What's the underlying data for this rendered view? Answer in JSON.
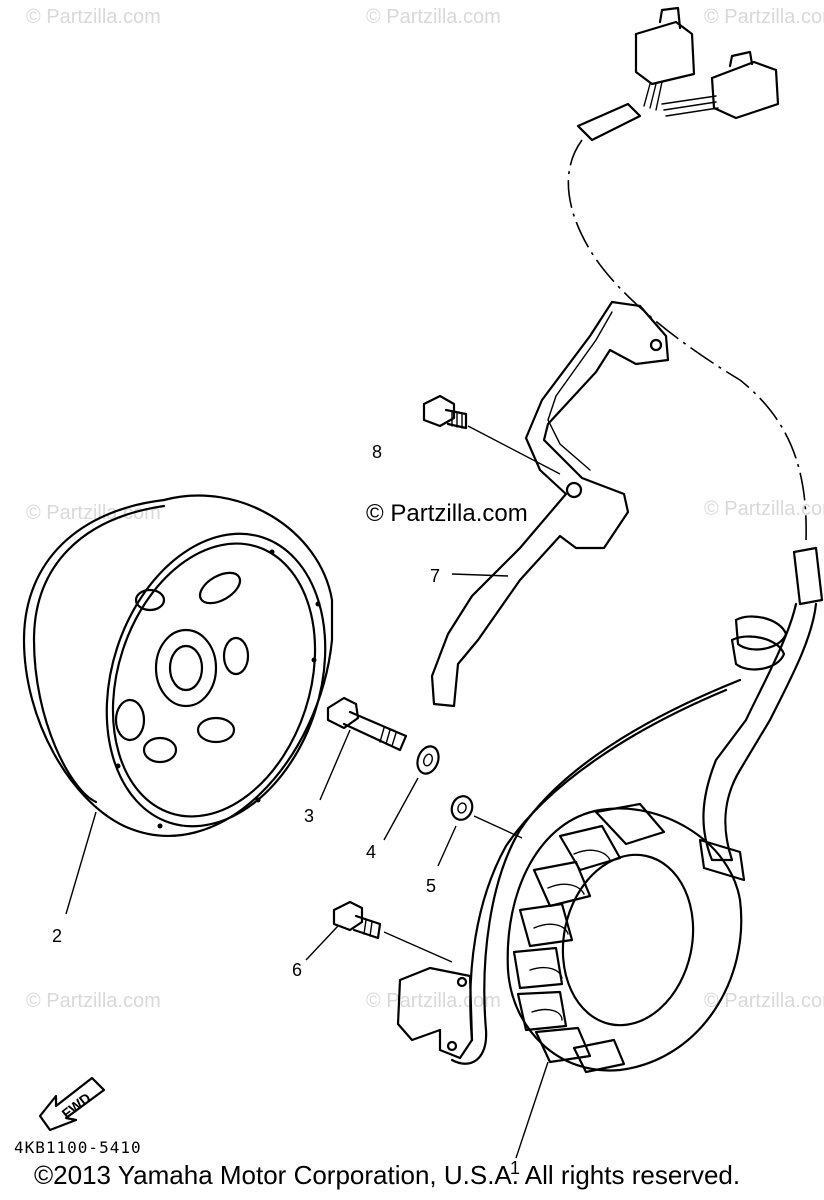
{
  "watermarks": {
    "repeated_text": "© Partzilla.com",
    "center_text": "© Partzilla.com"
  },
  "callouts": [
    {
      "number": "1"
    },
    {
      "number": "2"
    },
    {
      "number": "3"
    },
    {
      "number": "4"
    },
    {
      "number": "5"
    },
    {
      "number": "6"
    },
    {
      "number": "7"
    },
    {
      "number": "8"
    }
  ],
  "fwd_label": "FWD",
  "part_code": "4KB1100-5410",
  "copyright": "©2013  Yamaha Motor Corporation, U.S.A. All rights reserved.",
  "colors": {
    "ink": "#000000",
    "watermark": "#d9d9d9",
    "background": "#ffffff"
  }
}
